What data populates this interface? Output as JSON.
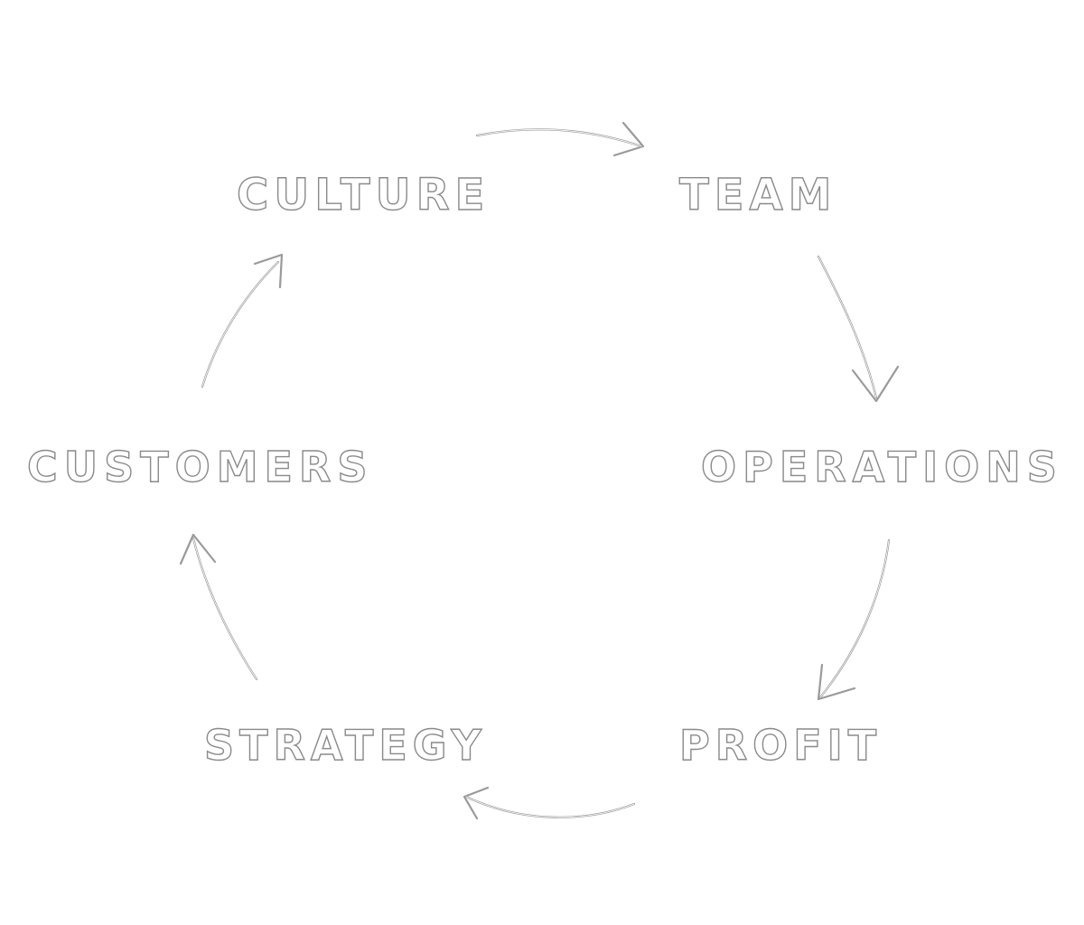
{
  "diagram": {
    "nodes": {
      "culture": "CULTURE",
      "team": "TEAM",
      "operations": "OPERATIONS",
      "profit": "PROFIT",
      "strategy": "STRATEGY",
      "customers": "CUSTOMERS"
    },
    "flow": [
      "culture",
      "team",
      "operations",
      "profit",
      "strategy",
      "customers",
      "culture"
    ],
    "colors": {
      "background": "#ffffff",
      "outline": "#8a8a8a"
    }
  }
}
